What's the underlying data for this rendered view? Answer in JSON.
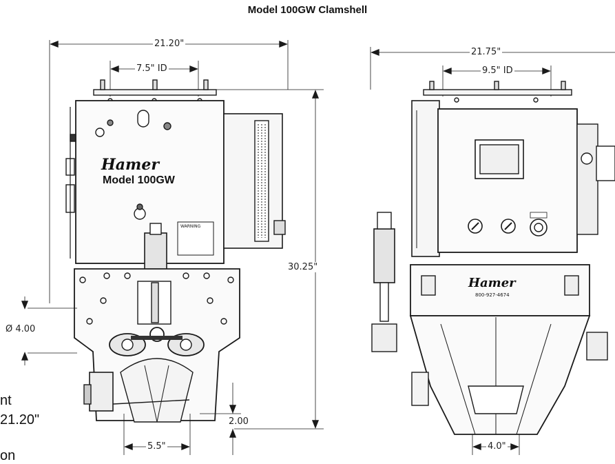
{
  "title": "Model 100GW Clamshell",
  "left_view": {
    "logo": "Hamer",
    "model_label": "Model 100GW",
    "warning_label": "WARNING",
    "dim_width": "21.20\"",
    "dim_inlet_id": "7.5\" ID",
    "dim_height": "30.25\"",
    "dim_outlet_dia": "Ø 4.00",
    "dim_bottom_clear": "2.00",
    "dim_spout_width": "5.5\""
  },
  "right_view": {
    "logo": "Hamer",
    "phone": "800-927-4674",
    "dim_width": "21.75\"",
    "dim_inlet_id": "9.5\" ID",
    "dim_spout_width": "4.0\""
  },
  "side_text": {
    "line1": "nt",
    "line2": "21.20\"",
    "line3": "on"
  }
}
